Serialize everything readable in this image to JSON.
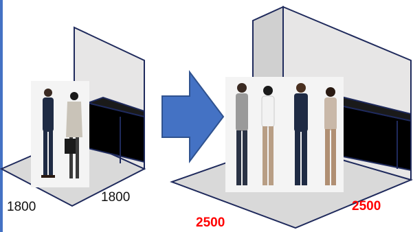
{
  "before": {
    "width_label": "1800",
    "depth_label": "1800",
    "image_subject": "two-people-talking"
  },
  "after": {
    "width_label": "2500",
    "depth_label": "2500",
    "image_subject": "four-people-talking"
  },
  "transition_arrow": "right-arrow",
  "colors": {
    "left_rule": "#4472c4",
    "floor": "#d9d9d9",
    "wall": "#e7e6e6",
    "outline": "#1f2a5c",
    "counter": "#000000",
    "arrow_fill": "#4472c4",
    "arrow_stroke": "#2f528f",
    "highlight_label": "#ff0000",
    "photo_bg": "#f4f4f4"
  }
}
